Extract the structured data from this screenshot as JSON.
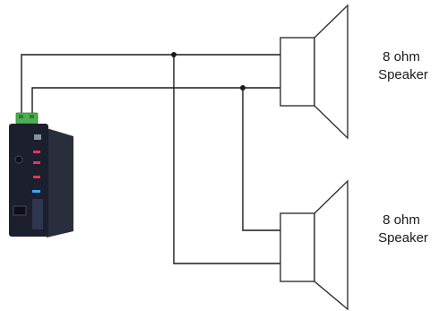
{
  "speakers": [
    {
      "line1": "8 ohm",
      "line2": "Speaker"
    },
    {
      "line1": "8 ohm",
      "line2": "Speaker"
    }
  ],
  "colors": {
    "wire": "#1a1a1a",
    "speaker_outline": "#333333",
    "speaker_fill": "#ffffff",
    "device_body": "#1c1f2e",
    "device_side": "#2a2d3c",
    "terminal": "#4caf50",
    "led_red": "#e8345a",
    "led_blue": "#3aa7ff"
  }
}
